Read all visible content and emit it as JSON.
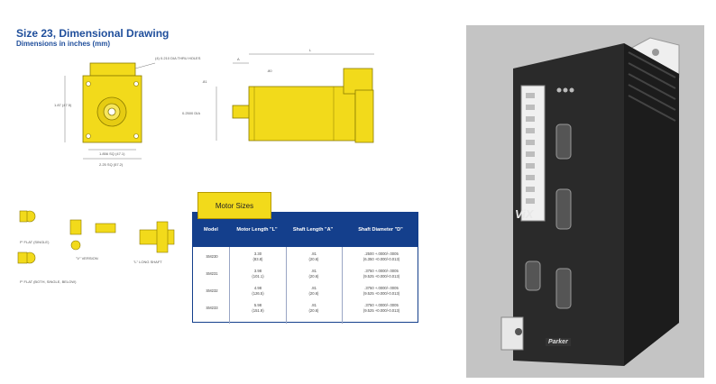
{
  "title": "Size 23, Dimensional Drawing",
  "subtitle": "Dimensions in inches (mm)",
  "drawing_labels": {
    "holes_note": "(4) 0.210 DIA THRU HOLES",
    "front_height": "1.87 (47.5)",
    "bolt_circle": "1.856 SQ (47.1)",
    "front_width": "2.25 SQ (57.2)",
    "shaft_dia": "0.2500 DIA",
    "shaft_len": ".81",
    "length_l": "L",
    "length_a": "A",
    "dim_80": ".80"
  },
  "detail_labels": {
    "flat_single": "P' FLAT (SINGLE)",
    "flat_both": "P' FLAT (BOTH, SINGLE, BELOW)",
    "v_version": "\"V\" VERSION",
    "l_long_shaft": "\"L\" LONG SHAFT"
  },
  "table": {
    "tab_label": "Motor Sizes",
    "headers": [
      "Model",
      "Motor Length \"L\"",
      "Shaft Length \"A\"",
      "Shaft Diameter \"D\""
    ],
    "rows": [
      {
        "model": "SM230",
        "l1": "3.30",
        "l2": "(83.8)",
        "a1": ".81",
        "a2": "(20.6)",
        "d1": ".2500 +.0000/-.0005",
        "d2": "(6.350 +0.000/-0.013)"
      },
      {
        "model": "SM231",
        "l1": "3.98",
        "l2": "(101.1)",
        "a1": ".81",
        "a2": "(20.6)",
        "d1": ".3750 +.0000/-.0005",
        "d2": "(9.525 +0.000/-0.013)"
      },
      {
        "model": "SM232",
        "l1": "4.98",
        "l2": "(126.5)",
        "a1": ".81",
        "a2": "(20.6)",
        "d1": ".3750 +.0000/-.0005",
        "d2": "(9.525 +0.000/-0.013)"
      },
      {
        "model": "SM233",
        "l1": "5.98",
        "l2": "(151.9)",
        "a1": ".81",
        "a2": "(20.6)",
        "d1": ".3750 +.0000/-.0005",
        "d2": "(9.525 +0.000/-0.013)"
      }
    ]
  },
  "photo": {
    "brand_mark": "ViX",
    "logo": "Parker"
  },
  "colors": {
    "motor_yellow": "#f2da1b",
    "table_blue": "#143f8c",
    "title_blue": "#1f4e9b",
    "panel_gray": "#c4c4c4"
  }
}
